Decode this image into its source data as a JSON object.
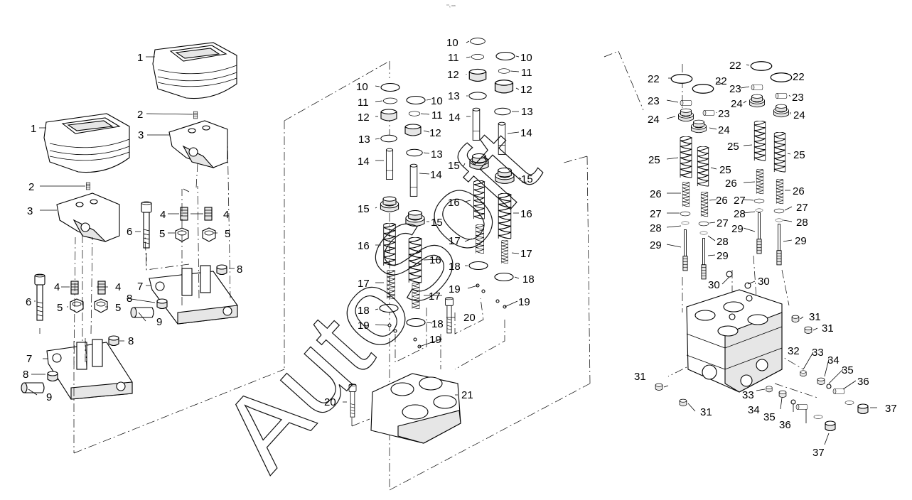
{
  "figure": {
    "corner_ref": "°°ₓ ᵃᵃᵃ",
    "watermark": "AutoSoft"
  },
  "callouts": [
    {
      "id": "c1a",
      "n": "1"
    },
    {
      "id": "c1b",
      "n": "1"
    },
    {
      "id": "c2a",
      "n": "2"
    },
    {
      "id": "c2b",
      "n": "2"
    },
    {
      "id": "c3a",
      "n": "3"
    },
    {
      "id": "c3b",
      "n": "3"
    },
    {
      "id": "c4a",
      "n": "4"
    },
    {
      "id": "c4b",
      "n": "4"
    },
    {
      "id": "c4c",
      "n": "4"
    },
    {
      "id": "c4d",
      "n": "4"
    },
    {
      "id": "c5a",
      "n": "5"
    },
    {
      "id": "c5b",
      "n": "5"
    },
    {
      "id": "c5c",
      "n": "5"
    },
    {
      "id": "c5d",
      "n": "5"
    },
    {
      "id": "c6a",
      "n": "6"
    },
    {
      "id": "c6b",
      "n": "6"
    },
    {
      "id": "c7a",
      "n": "7"
    },
    {
      "id": "c7b",
      "n": "7"
    },
    {
      "id": "c8a",
      "n": "8"
    },
    {
      "id": "c8b",
      "n": "8"
    },
    {
      "id": "c8c",
      "n": "8"
    },
    {
      "id": "c8d",
      "n": "8"
    },
    {
      "id": "c9a",
      "n": "9"
    },
    {
      "id": "c9b",
      "n": "9"
    },
    {
      "id": "c10a",
      "n": "10"
    },
    {
      "id": "c10b",
      "n": "10"
    },
    {
      "id": "c10c",
      "n": "10"
    },
    {
      "id": "c10d",
      "n": "10"
    },
    {
      "id": "c11a",
      "n": "11"
    },
    {
      "id": "c11b",
      "n": "11"
    },
    {
      "id": "c11c",
      "n": "11"
    },
    {
      "id": "c11d",
      "n": "11"
    },
    {
      "id": "c12a",
      "n": "12"
    },
    {
      "id": "c12b",
      "n": "12"
    },
    {
      "id": "c12c",
      "n": "12"
    },
    {
      "id": "c12d",
      "n": "12"
    },
    {
      "id": "c13a",
      "n": "13"
    },
    {
      "id": "c13b",
      "n": "13"
    },
    {
      "id": "c13c",
      "n": "13"
    },
    {
      "id": "c13d",
      "n": "13"
    },
    {
      "id": "c14a",
      "n": "14"
    },
    {
      "id": "c14b",
      "n": "14"
    },
    {
      "id": "c14c",
      "n": "14"
    },
    {
      "id": "c14d",
      "n": "14"
    },
    {
      "id": "c15a",
      "n": "15"
    },
    {
      "id": "c15b",
      "n": "15"
    },
    {
      "id": "c15c",
      "n": "15"
    },
    {
      "id": "c15d",
      "n": "15"
    },
    {
      "id": "c16a",
      "n": "16"
    },
    {
      "id": "c16b",
      "n": "16"
    },
    {
      "id": "c16c",
      "n": "16"
    },
    {
      "id": "c16d",
      "n": "16"
    },
    {
      "id": "c17a",
      "n": "17"
    },
    {
      "id": "c17b",
      "n": "17"
    },
    {
      "id": "c17c",
      "n": "17"
    },
    {
      "id": "c17d",
      "n": "17"
    },
    {
      "id": "c18a",
      "n": "18"
    },
    {
      "id": "c18b",
      "n": "18"
    },
    {
      "id": "c18c",
      "n": "18"
    },
    {
      "id": "c18d",
      "n": "18"
    },
    {
      "id": "c19a",
      "n": "19"
    },
    {
      "id": "c19b",
      "n": "19"
    },
    {
      "id": "c19c",
      "n": "19"
    },
    {
      "id": "c19d",
      "n": "19"
    },
    {
      "id": "c20a",
      "n": "20"
    },
    {
      "id": "c20b",
      "n": "20"
    },
    {
      "id": "c21",
      "n": "21"
    },
    {
      "id": "c22a",
      "n": "22"
    },
    {
      "id": "c22b",
      "n": "22"
    },
    {
      "id": "c22c",
      "n": "22"
    },
    {
      "id": "c22d",
      "n": "22"
    },
    {
      "id": "c23a",
      "n": "23"
    },
    {
      "id": "c23b",
      "n": "23"
    },
    {
      "id": "c23c",
      "n": "23"
    },
    {
      "id": "c23d",
      "n": "23"
    },
    {
      "id": "c24a",
      "n": "24"
    },
    {
      "id": "c24b",
      "n": "24"
    },
    {
      "id": "c24c",
      "n": "24"
    },
    {
      "id": "c24d",
      "n": "24"
    },
    {
      "id": "c25a",
      "n": "25"
    },
    {
      "id": "c25b",
      "n": "25"
    },
    {
      "id": "c25c",
      "n": "25"
    },
    {
      "id": "c25d",
      "n": "25"
    },
    {
      "id": "c26a",
      "n": "26"
    },
    {
      "id": "c26b",
      "n": "26"
    },
    {
      "id": "c26c",
      "n": "26"
    },
    {
      "id": "c26d",
      "n": "26"
    },
    {
      "id": "c27a",
      "n": "27"
    },
    {
      "id": "c27b",
      "n": "27"
    },
    {
      "id": "c27c",
      "n": "27"
    },
    {
      "id": "c27d",
      "n": "27"
    },
    {
      "id": "c28a",
      "n": "28"
    },
    {
      "id": "c28b",
      "n": "28"
    },
    {
      "id": "c28c",
      "n": "28"
    },
    {
      "id": "c28d",
      "n": "28"
    },
    {
      "id": "c29a",
      "n": "29"
    },
    {
      "id": "c29b",
      "n": "29"
    },
    {
      "id": "c29c",
      "n": "29"
    },
    {
      "id": "c29d",
      "n": "29"
    },
    {
      "id": "c30a",
      "n": "30"
    },
    {
      "id": "c30b",
      "n": "30"
    },
    {
      "id": "c31a",
      "n": "31"
    },
    {
      "id": "c31b",
      "n": "31"
    },
    {
      "id": "c31c",
      "n": "31"
    },
    {
      "id": "c31d",
      "n": "31"
    },
    {
      "id": "c32",
      "n": "32"
    },
    {
      "id": "c33a",
      "n": "33"
    },
    {
      "id": "c33b",
      "n": "33"
    },
    {
      "id": "c34a",
      "n": "34"
    },
    {
      "id": "c34b",
      "n": "34"
    },
    {
      "id": "c35a",
      "n": "35"
    },
    {
      "id": "c35b",
      "n": "35"
    },
    {
      "id": "c36a",
      "n": "36"
    },
    {
      "id": "c36b",
      "n": "36"
    },
    {
      "id": "c37a",
      "n": "37"
    },
    {
      "id": "c37b",
      "n": "37"
    }
  ]
}
